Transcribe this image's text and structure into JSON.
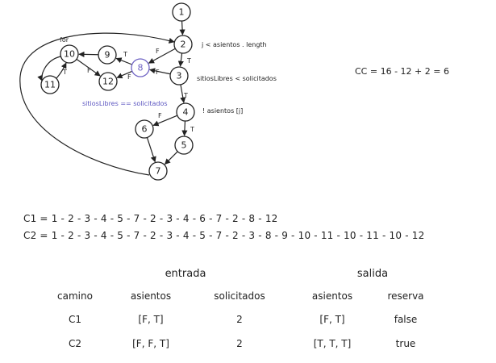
{
  "graph": {
    "nodes": [
      {
        "id": "1",
        "label": "1"
      },
      {
        "id": "2",
        "label": "2"
      },
      {
        "id": "3",
        "label": "3"
      },
      {
        "id": "4",
        "label": "4"
      },
      {
        "id": "5",
        "label": "5"
      },
      {
        "id": "6",
        "label": "6"
      },
      {
        "id": "7",
        "label": "7"
      },
      {
        "id": "8",
        "label": "8",
        "highlight": true
      },
      {
        "id": "9",
        "label": "9"
      },
      {
        "id": "10",
        "label": "10"
      },
      {
        "id": "11",
        "label": "11"
      },
      {
        "id": "12",
        "label": "12"
      }
    ],
    "edges": [
      {
        "from": "1",
        "to": "2",
        "label": ""
      },
      {
        "from": "2",
        "to": "3",
        "label": "T"
      },
      {
        "from": "2",
        "to": "8",
        "label": "F"
      },
      {
        "from": "3",
        "to": "8",
        "label": "F"
      },
      {
        "from": "3",
        "to": "4",
        "label": "T"
      },
      {
        "from": "4",
        "to": "6",
        "label": "F"
      },
      {
        "from": "4",
        "to": "5",
        "label": "T"
      },
      {
        "from": "5",
        "to": "7",
        "label": ""
      },
      {
        "from": "6",
        "to": "7",
        "label": ""
      },
      {
        "from": "7",
        "to": "2",
        "label": ""
      },
      {
        "from": "8",
        "to": "9",
        "label": "T"
      },
      {
        "from": "8",
        "to": "12",
        "label": "F"
      },
      {
        "from": "9",
        "to": "10",
        "label": ""
      },
      {
        "from": "10",
        "to": "11",
        "label": "T"
      },
      {
        "from": "10",
        "to": "12",
        "label": "F"
      },
      {
        "from": "11",
        "to": "10",
        "label": ""
      }
    ],
    "annotations": {
      "for": "for",
      "node2": "j < asientos . length",
      "node3": "sitiosLibres < solicitados",
      "node4": "! asientos [j]",
      "node8": "sitiosLibres == solicitados"
    }
  },
  "complexity": "CC = 16 - 12 + 2 = 6",
  "paths": {
    "c1": "C1 = 1 - 2 - 3 - 4 - 5 - 7 - 2 - 3 - 4 - 6 - 7 - 2 - 8 - 12",
    "c2": "C2 = 1 - 2 - 3 - 4 - 5 - 7 - 2 - 3 - 4 - 5 - 7 - 2 - 3 - 8 - 9 - 10 - 11 - 10 - 11 - 10 - 12"
  },
  "table": {
    "group_entrada": "entrada",
    "group_salida": "salida",
    "headers": {
      "camino": "camino",
      "asientos_in": "asientos",
      "solicitados": "solicitados",
      "asientos_out": "asientos",
      "reserva": "reserva"
    },
    "rows": [
      {
        "camino": "C1",
        "asientos_in": "[F, T]",
        "solicitados": "2",
        "asientos_out": "[F, T]",
        "reserva": "false"
      },
      {
        "camino": "C2",
        "asientos_in": "[F, F, T]",
        "solicitados": "2",
        "asientos_out": "[T, T, T]",
        "reserva": "true"
      }
    ]
  },
  "colors": {
    "ink": "#222222",
    "highlight": "#6f63c4",
    "note_highlight": "#5b55c0"
  }
}
